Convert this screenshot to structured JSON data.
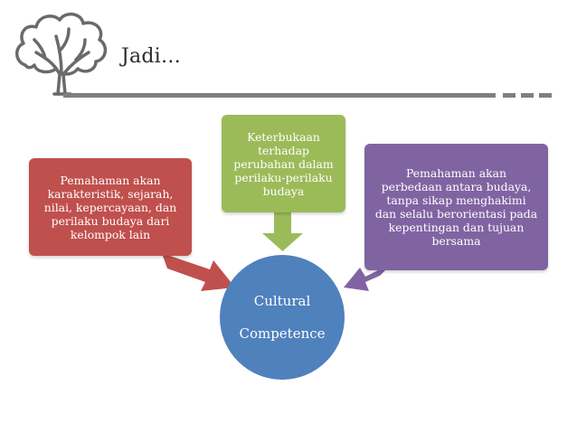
{
  "slide": {
    "title": "Jadi…"
  },
  "diagram": {
    "center": {
      "line1": "Cultural",
      "line2": "Competence"
    },
    "boxes": [
      {
        "id": "left",
        "color": "#c0504d",
        "lines": [
          "Pemahaman akan",
          "karakteristik, sejarah,",
          "nilai, kepercayaan, dan",
          "perilaku budaya dari",
          "kelompok lain"
        ]
      },
      {
        "id": "top",
        "color": "#9bbb59",
        "lines": [
          "Keterbukaan",
          "terhadap",
          "perubahan dalam",
          "perilaku-perilaku",
          "budaya"
        ]
      },
      {
        "id": "right",
        "color": "#8064a2",
        "lines": [
          "Pemahaman akan",
          "perbedaan antara budaya,",
          "tanpa sikap menghakimi",
          "dan selalu berorientasi pada",
          "kepentingan dan tujuan",
          "bersama"
        ]
      }
    ],
    "center_color": "#4f81bd"
  }
}
